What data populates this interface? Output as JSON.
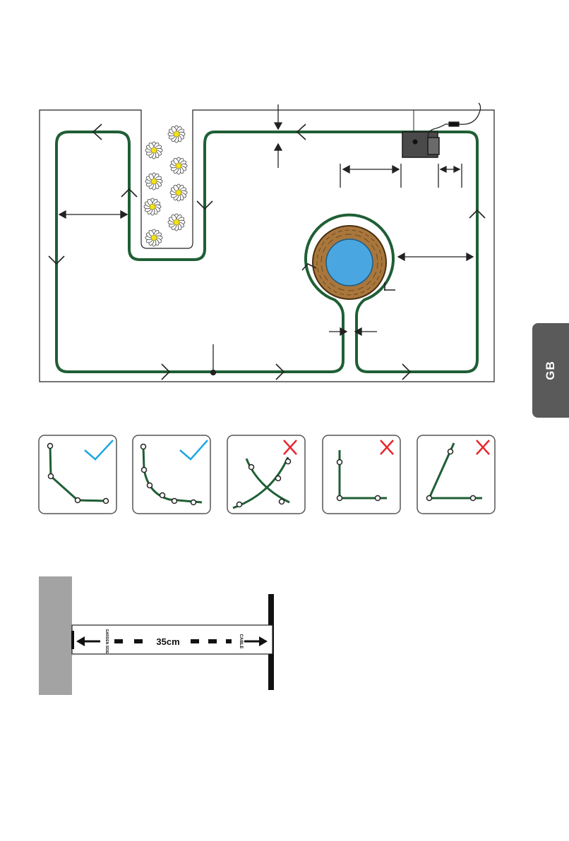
{
  "side_tab": {
    "label": "GB"
  },
  "ruler": {
    "measurement": "35cm",
    "left_side_label": "GARDEN SIDE",
    "right_side_label": "CABLE"
  },
  "corner_examples": [
    {
      "verdict": "correct",
      "mark": "check"
    },
    {
      "verdict": "correct",
      "mark": "check"
    },
    {
      "verdict": "incorrect",
      "mark": "cross"
    },
    {
      "verdict": "incorrect",
      "mark": "cross"
    },
    {
      "verdict": "incorrect",
      "mark": "cross"
    }
  ],
  "colors": {
    "cable": "#1f5f35",
    "check": "#1ea7e1",
    "cross": "#e8282e",
    "pond_water": "#4aa6e0",
    "pond_wood": "#a9773c",
    "station": "#4a4a4a",
    "wall": "#a3a3a3",
    "tab": "#5a5a5a"
  }
}
